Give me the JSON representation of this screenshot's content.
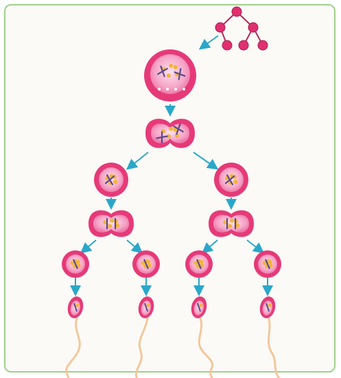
{
  "diagram": {
    "colors": {
      "frame": "#9fd18a",
      "cell_outer": "#e63a78",
      "cell_inner": "#f6a6c8",
      "cell_core": "#fbd3e3",
      "nucleolus": "#f2b43a",
      "chromosome": "#5b4a8a",
      "arrow": "#2aa7c9",
      "tail": "#f3c79a",
      "tree_node": "#e0306f"
    },
    "stages": [
      "lineage-tree",
      "primary-spermatocyte",
      "dividing-spermatocyte",
      "secondary-spermatocytes",
      "dividing-secondary-spermatocytes",
      "spermatids",
      "spermatozoa"
    ]
  }
}
